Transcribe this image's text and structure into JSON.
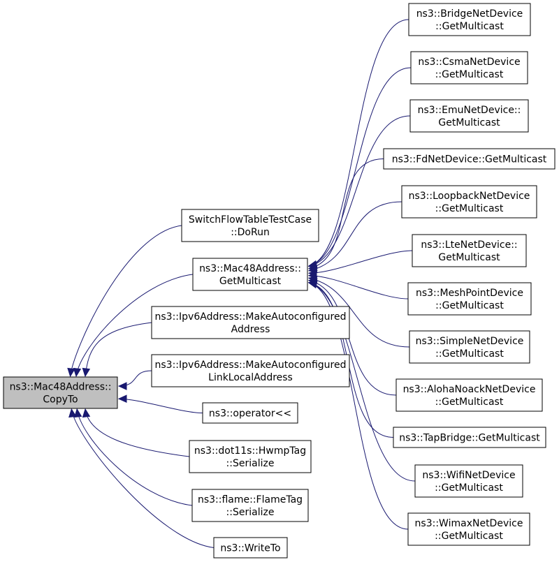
{
  "diagram": {
    "nodes": [
      {
        "id": "copyto",
        "lines": [
          "ns3::Mac48Address::",
          "CopyTo"
        ],
        "root": true
      },
      {
        "id": "switchflow",
        "lines": [
          "SwitchFlowTableTestCase",
          "::DoRun"
        ]
      },
      {
        "id": "getmulticast",
        "lines": [
          "ns3::Mac48Address::",
          "GetMulticast"
        ]
      },
      {
        "id": "ipv6auto",
        "lines": [
          "ns3::Ipv6Address::MakeAutoconfigured",
          "Address"
        ]
      },
      {
        "id": "ipv6link",
        "lines": [
          "ns3::Ipv6Address::MakeAutoconfigured",
          "LinkLocalAddress"
        ]
      },
      {
        "id": "operator",
        "lines": [
          "ns3::operator<<"
        ]
      },
      {
        "id": "hwmp",
        "lines": [
          "ns3::dot11s::HwmpTag",
          "::Serialize"
        ]
      },
      {
        "id": "flame",
        "lines": [
          "ns3::flame::FlameTag",
          "::Serialize"
        ]
      },
      {
        "id": "writeto",
        "lines": [
          "ns3::WriteTo"
        ]
      },
      {
        "id": "bridge",
        "lines": [
          "ns3::BridgeNetDevice",
          "::GetMulticast"
        ]
      },
      {
        "id": "csma",
        "lines": [
          "ns3::CsmaNetDevice",
          "::GetMulticast"
        ]
      },
      {
        "id": "emu",
        "lines": [
          "ns3::EmuNetDevice::",
          "GetMulticast"
        ]
      },
      {
        "id": "fd",
        "lines": [
          "ns3::FdNetDevice::GetMulticast"
        ]
      },
      {
        "id": "loopback",
        "lines": [
          "ns3::LoopbackNetDevice",
          "::GetMulticast"
        ]
      },
      {
        "id": "lte",
        "lines": [
          "ns3::LteNetDevice::",
          "GetMulticast"
        ]
      },
      {
        "id": "meshpoint",
        "lines": [
          "ns3::MeshPointDevice",
          "::GetMulticast"
        ]
      },
      {
        "id": "simple",
        "lines": [
          "ns3::SimpleNetDevice",
          "::GetMulticast"
        ]
      },
      {
        "id": "aloha",
        "lines": [
          "ns3::AlohaNoackNetDevice",
          "::GetMulticast"
        ]
      },
      {
        "id": "tapbridge",
        "lines": [
          "ns3::TapBridge::GetMulticast"
        ]
      },
      {
        "id": "wifi",
        "lines": [
          "ns3::WifiNetDevice",
          "::GetMulticast"
        ]
      },
      {
        "id": "wimax",
        "lines": [
          "ns3::WimaxNetDevice",
          "::GetMulticast"
        ]
      }
    ],
    "edges": [
      {
        "from": "switchflow",
        "to": "copyto"
      },
      {
        "from": "getmulticast",
        "to": "copyto"
      },
      {
        "from": "ipv6auto",
        "to": "copyto"
      },
      {
        "from": "ipv6link",
        "to": "copyto"
      },
      {
        "from": "operator",
        "to": "copyto"
      },
      {
        "from": "hwmp",
        "to": "copyto"
      },
      {
        "from": "flame",
        "to": "copyto"
      },
      {
        "from": "writeto",
        "to": "copyto"
      },
      {
        "from": "bridge",
        "to": "getmulticast"
      },
      {
        "from": "csma",
        "to": "getmulticast"
      },
      {
        "from": "emu",
        "to": "getmulticast"
      },
      {
        "from": "fd",
        "to": "getmulticast"
      },
      {
        "from": "loopback",
        "to": "getmulticast"
      },
      {
        "from": "lte",
        "to": "getmulticast"
      },
      {
        "from": "meshpoint",
        "to": "getmulticast"
      },
      {
        "from": "simple",
        "to": "getmulticast"
      },
      {
        "from": "aloha",
        "to": "getmulticast"
      },
      {
        "from": "tapbridge",
        "to": "getmulticast"
      },
      {
        "from": "wifi",
        "to": "getmulticast"
      },
      {
        "from": "wimax",
        "to": "getmulticast"
      }
    ],
    "colors": {
      "edge": "#191970",
      "root_fill": "#bfbfbf",
      "node_fill": "#ffffff",
      "border": "#000000"
    }
  }
}
